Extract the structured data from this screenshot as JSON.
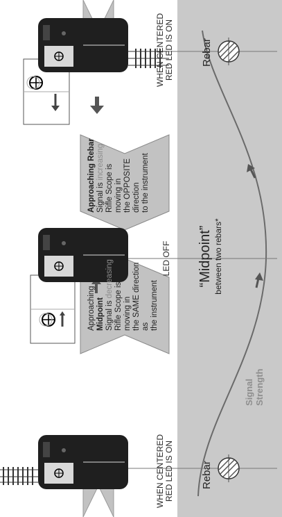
{
  "labels": {
    "red_led_left": [
      "WHEN CENTERED",
      "RED LED IS ON"
    ],
    "red_led_right": [
      "WHEN CENTERED",
      "RED LED IS ON"
    ],
    "led_off": "LED OFF",
    "rebar_left": "Rebar",
    "rebar_right": "Rebar",
    "midpoint_title": "“Midpoint”",
    "midpoint_sub": "between two rebars*",
    "signal_strength": [
      "Signal",
      "Strength"
    ]
  },
  "box_midpoint": {
    "approaching": "Approaching ",
    "target": "Midpoint",
    "signal_prefix": "Signal is ",
    "signal_state": "decreasing",
    "line1": "Rifle Scope is moving in",
    "line2": "the SAME direction as",
    "line3": "the instrument"
  },
  "box_rebar": {
    "approaching": "Approaching Rebar",
    "signal_prefix": "Signal is ",
    "signal_state": "increasing",
    "line1": "Rifle Scope is moving in",
    "line2": "the OPPOSITE direction",
    "line3": "to the instrument"
  },
  "colors": {
    "band": "#c9c9c9",
    "curve": "#6a6a6a",
    "chevron": "#c2c2c2",
    "device": "#1f1f1f"
  }
}
